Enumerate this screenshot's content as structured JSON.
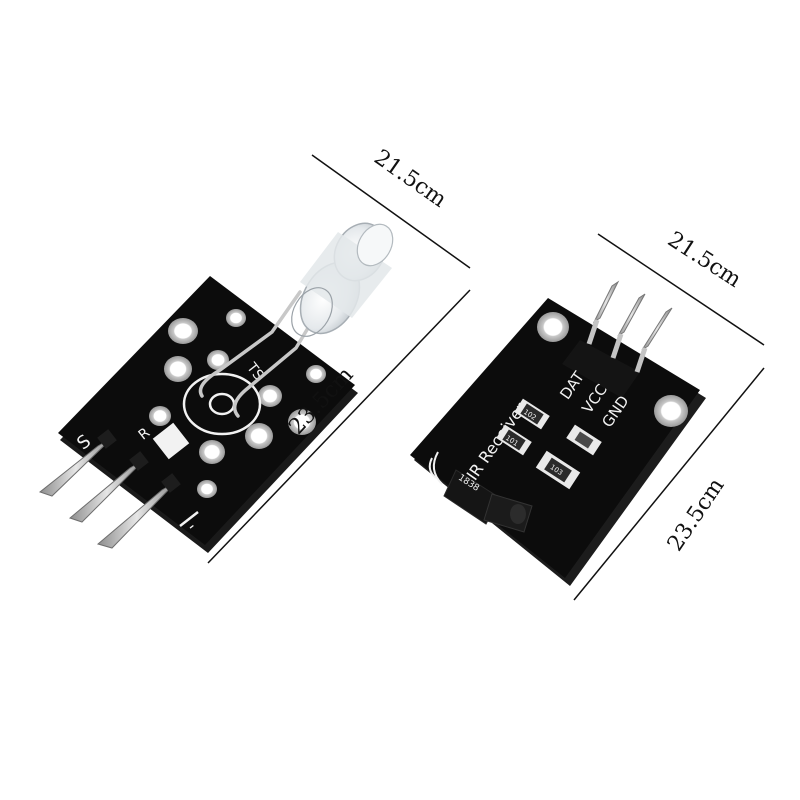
{
  "left_module": {
    "width_label": "21.5cm",
    "height_label": "23.5cm",
    "silk_s": "S",
    "silk_r": "R",
    "silk_ts": "TS",
    "silk_minus": "-"
  },
  "right_module": {
    "width_label": "21.5cm",
    "height_label": "23.5cm",
    "board_title": "IR Receiver",
    "pin_dat": "DAT",
    "pin_vcc": "VCC",
    "pin_gnd": "GND",
    "sensor_mark": "1838",
    "smd_labels": [
      "102",
      "101",
      "103"
    ]
  },
  "colors": {
    "board": "#0c0c0c",
    "pin": "#b9b9b9",
    "led_lens": "#e8ecef",
    "silkscreen": "#f2f2f2",
    "dimension_line": "#111111"
  }
}
